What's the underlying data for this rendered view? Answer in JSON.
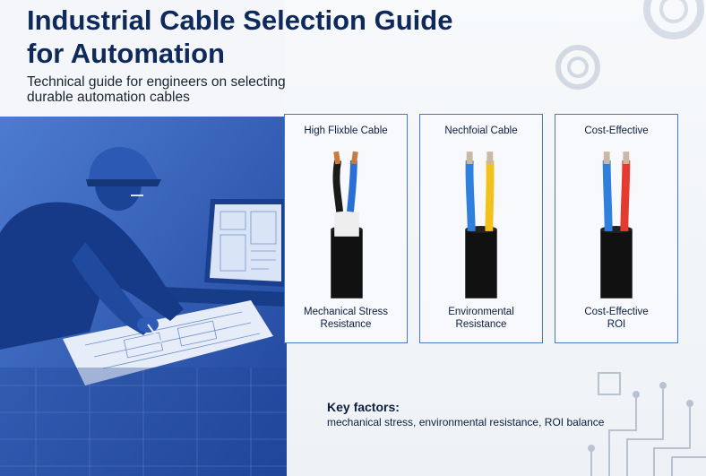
{
  "header": {
    "title_line1": "Industrial Cable Selection Guide",
    "title_line2": "for Automation",
    "subtitle_line1": "Technical guide for engineers on selecting",
    "subtitle_line2": "durable automation cables"
  },
  "cards": [
    {
      "heading": "High Flixble Cable",
      "footer_line1": "Mechanical Stress",
      "footer_line2": "Resistance",
      "wires": [
        "#1a1a1a",
        "#2a6fd6"
      ],
      "jacket": "#111111",
      "filler": "#eeeeee"
    },
    {
      "heading": "Nechfoial Cable",
      "footer_line1": "Environmental",
      "footer_line2": "Resistance",
      "wires": [
        "#2f7fdc",
        "#f2c21b"
      ],
      "jacket": "#111111",
      "filler": ""
    },
    {
      "heading": "Cost-Effective",
      "footer_line1": "Cost-Effective",
      "footer_line2": "ROI",
      "wires": [
        "#2f7fdc",
        "#e53a2f"
      ],
      "jacket": "#111111",
      "filler": ""
    }
  ],
  "key_factors": {
    "title": "Key factors:",
    "text": "mechanical stress, environmental resistance, ROI balance"
  },
  "colors": {
    "accent": "#2a55b0",
    "title": "#0e2a5c",
    "card_border": "#4b78c6"
  },
  "icons": [
    "gear-icon",
    "circuit-icon",
    "engineer-illustration"
  ]
}
